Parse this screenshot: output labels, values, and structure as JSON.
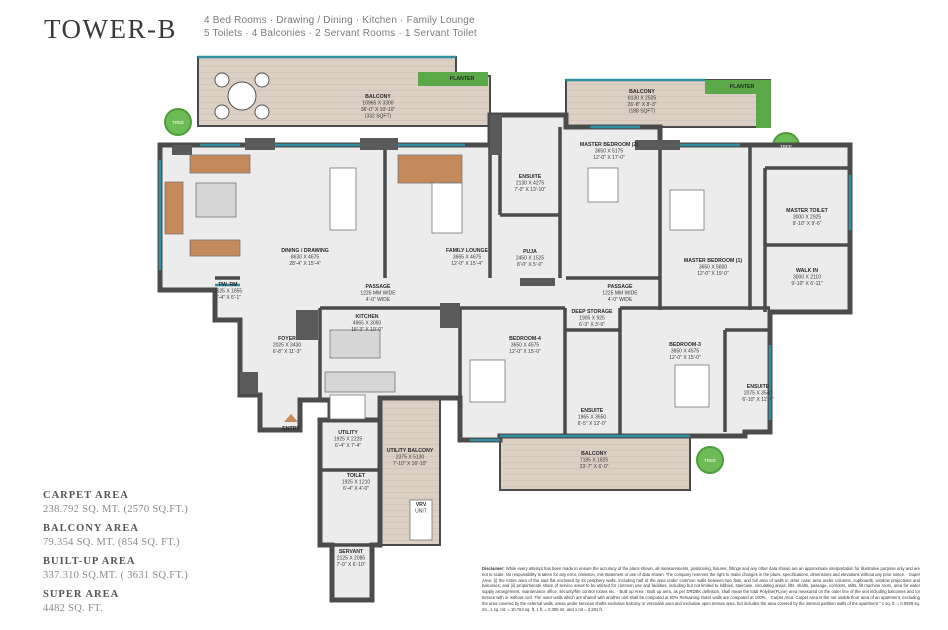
{
  "header": {
    "title": "TOWER-B",
    "line1": "4 Bed Rooms · Drawing / Dining · Kitchen · Family Lounge",
    "line2": "5 Toilets · 4 Balconies · 2 Servant Rooms · 1 Servant Toilet"
  },
  "areas": [
    {
      "label": "CARPET AREA",
      "value": "238.792 SQ. MT. (2570 SQ.FT.)"
    },
    {
      "label": "BALCONY AREA",
      "value": "79.354 SQ. MT. (854 SQ. FT.)"
    },
    {
      "label": "BUILT-UP AREA",
      "value": "337.310 SQ.MT. ( 3631 SQ.FT.)"
    },
    {
      "label": "SUPER AREA",
      "value": "4482 SQ. FT."
    }
  ],
  "rooms": {
    "balcony_top": [
      "BALCONY",
      "10965 X 3300",
      "36'-0\" X 10'-10\"",
      "(332 SQFT)"
    ],
    "planter_top": [
      "PLANTER"
    ],
    "balcony_right": [
      "BALCONY",
      "8130 X 2525",
      "26'-8\" X 8'-3\"",
      "(188 SQFT)"
    ],
    "planter_right": [
      "PLANTER"
    ],
    "ensuite_1": [
      "ENSUITE",
      "2130 X 4275",
      "7'-0\" X 13'-10\""
    ],
    "master_bed_2": [
      "MASTER BEDROOM (2)",
      "3650 X 5175",
      "12'-0\" X 17'-0\""
    ],
    "master_toilet": [
      "MASTER TOILET",
      "3000 X 2925",
      "9'-10\" X 9'-6\""
    ],
    "dining": [
      "DINING / DRAWING",
      "8630 X 4675",
      "28'-4\" X 15'-4\""
    ],
    "family_lounge": [
      "FAMILY LOUNGE",
      "3665 X 4675",
      "12'-0\" X 15'-4\""
    ],
    "puja": [
      "PUJA",
      "2450 X 1525",
      "8'-0\" X 5'-0\""
    ],
    "master_bed_1": [
      "MASTER BEDROOM (1)",
      "3650 X 5800",
      "12'-0\" X 19'-0\""
    ],
    "walk_in": [
      "WALK IN",
      "3000 X 2110",
      "9'-10\" X 6'-11\""
    ],
    "pw_rm": [
      "PW. RM",
      "1625 X 1855",
      "5'-4\" X 6'-1\""
    ],
    "passage_1": [
      "PASSAGE",
      "1225 MM WIDE",
      "4'-0\" WIDE"
    ],
    "passage_2": [
      "PASSAGE",
      "1225 MM WIDE",
      "4'-0\" WIDE"
    ],
    "kitchen": [
      "KITCHEN",
      "4965 X 3050",
      "16'-3\" X 10'-0\""
    ],
    "deep_storage": [
      "DEEP STORAGE",
      "1905 X 925",
      "6'-3\" X 3'-0\""
    ],
    "foyer": [
      "FOYER",
      "2025 X 3430",
      "6'-8\" X 11'-3\""
    ],
    "bedroom_4": [
      "BEDROOM-4",
      "3650 X 4575",
      "12'-0\" X 15'-0\""
    ],
    "bedroom_3": [
      "BEDROOM-3",
      "3650 X 4575",
      "12'-0\" X 15'-0\""
    ],
    "ensuite_2": [
      "ENSUITE",
      "1965 X 3650",
      "6'-5\" X 12'-0\""
    ],
    "ensuite_3": [
      "ENSUITE",
      "2075 X 3540",
      "6'-10\" X 11'-7\""
    ],
    "utility": [
      "UTILITY",
      "1925 X 2225",
      "6'-4\" X 7'-4\""
    ],
    "utility_balcony": [
      "UTILITY BALCONY",
      "2375 X 5130",
      "7'-10\" X 16'-10\""
    ],
    "toilet": [
      "TOILET",
      "1925 X 1210",
      "6'-4\" X 4'-0\""
    ],
    "vrv": [
      "VRV",
      "UNIT"
    ],
    "balcony_bottom": [
      "BALCONY",
      "7185 X 1825",
      "23'-7\" X 6'-0\""
    ],
    "servant": [
      "SERVANT",
      "2125 X 2085",
      "7'-0\" X 6'-10\""
    ],
    "entry": [
      "ENTRY"
    ],
    "tree_labels": [
      "TREE",
      "TREE",
      "TREE"
    ]
  },
  "disclaimer": {
    "label": "Disclaimer:",
    "text": "While every attempt has been made to ensure the accuracy of the plans shown, all measurements, positioning, fixtures, fittings and any other data shown are an approximate interpretation for illustrative purpose only and are not to scale. No responsibility is taken for any error, omission, mis-statement or use of data shown. The company reserves the right to make changes in the plans, specifications, dimensions and elevations without any prior notice. · Super Area: (i) the entire area of the said flat enclosed by its periphery walls, including half of the area under common walls between two flats, and full area of walls in other case; area under columns, cupboards, window projections and balconies; and (ii) proportionate share of service areas to be utilized for common use and facilities, including but not limited to lobbies, staircase, circulating areas, lifts, shafts, passage, corridors, stilts, lift machine room, area for water supply arrangement, maintenance office, security/fire control rooms etc. · Built up Area : Built up area, as per DRDBK definition, shall mean the total Polyline(FLine) area measured on the outer line of the unit including balconies and /or terrace with or without roof. The outer walls which are shared with another unit shall be computed at 50% Remaining Outer walls are computed at 100%. · Carpet Area: Carpet Area is the net usable floor area of an apartment, excluding the area covered by the external walls, areas under services shafts exclusive balcony or verandah area and exclusive open terrace area, but includes the area covered by the internal partition walls of the apartment.” 1 sq. ft. = 0.0929 sq. mt., 1 sq. mt. = 10.764 sq. ft, 1 ft. = 0.305 mt. and 1 mt = 3.281 ft."
  },
  "colors": {
    "wall": "#4b4b4b",
    "floor": "#ececec",
    "deck": "#dccfc4",
    "glass": "#2f8fa3",
    "planter": "#5aa848",
    "accent": "#c48a5c"
  }
}
